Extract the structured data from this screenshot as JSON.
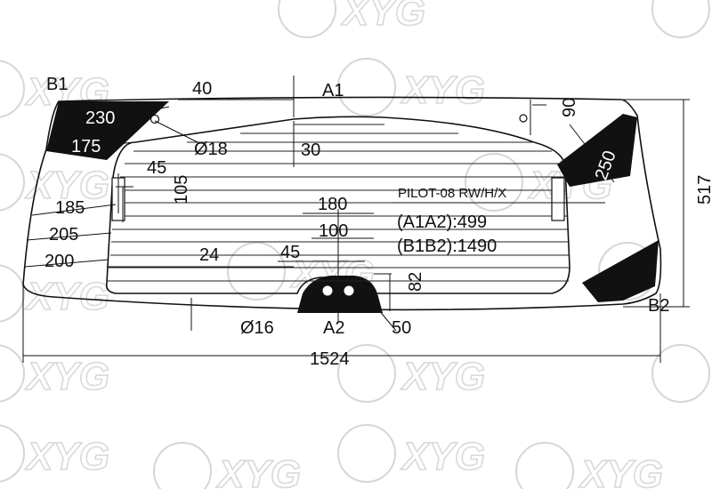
{
  "watermark": {
    "text": "XYG"
  },
  "part": {
    "model": "PILOT-08 RW/H/X",
    "a_distance": "(A1A2):499",
    "b_distance": "(B1B2):1490"
  },
  "points": {
    "b1": "B1",
    "a1": "A1",
    "b2": "B2",
    "a2": "A2"
  },
  "dimensions": {
    "d40": "40",
    "d230": "230",
    "d175": "175",
    "d18": "Ø18",
    "d30": "30",
    "d45_left": "45",
    "d105": "105",
    "d185": "185",
    "d205": "205",
    "d200": "200",
    "d180": "180",
    "d100": "100",
    "d24": "24",
    "d45_mid": "45",
    "d90": "90",
    "d250": "250",
    "d517": "517",
    "d82": "82",
    "d16": "Ø16",
    "d50": "50",
    "d1524": "1524"
  }
}
